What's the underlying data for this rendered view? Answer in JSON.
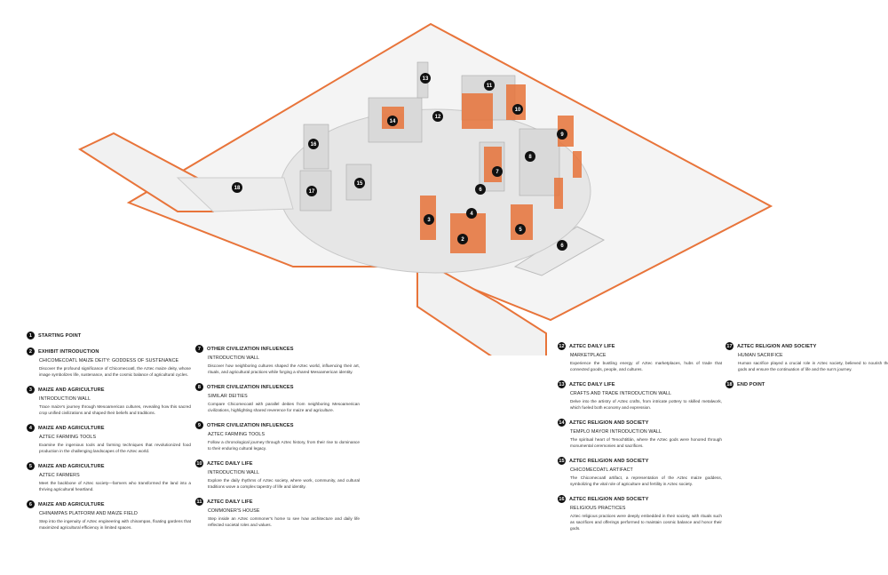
{
  "accent_color": "#e8743a",
  "stops": [
    {
      "n": "1",
      "title": "STARTING POINT"
    },
    {
      "n": "2",
      "title": "EXHIBIT INTRODUCTION",
      "sub": "CHICOMECOATL MAIZE DEITY: GODDESS OF SUSTENANCE",
      "desc": "Discover the profound significance of Chicomecoatl, the Aztec maize deity, whose image symbolizes life, sustenance, and the cosmic balance of agricultural cycles."
    },
    {
      "n": "3",
      "title": "MAIZE AND AGRICULTURE",
      "sub": "INTRODUCTION WALL",
      "desc": "Trace maize's journey through Mesoamerican cultures, revealing how this sacred crop unified civilizations and shaped their beliefs and traditions."
    },
    {
      "n": "4",
      "title": "MAIZE AND AGRICULTURE",
      "sub": "AZTEC FARMING TOOLS",
      "desc": "Examine the ingenious tools and farming techniques that revolutionized food production in the challenging landscapes of the Aztec world."
    },
    {
      "n": "5",
      "title": "MAIZE AND AGRICULTURE",
      "sub": "AZTEC FARMERS",
      "desc": "Meet the backbone of Aztec society—farmers who transformed the land into a thriving agricultural heartland."
    },
    {
      "n": "6",
      "title": "MAIZE AND AGRICULTURE",
      "sub": "CHINAMPAS PLATFORM AND MAIZE FIELD",
      "desc": "Step into the ingenuity of Aztec engineering with chinampas, floating gardens that maximized agricultural efficiency in limited spaces."
    },
    {
      "n": "7",
      "title": "OTHER CIVILIZATION INFLUENCES",
      "sub": "INTRODUCTION WALL",
      "desc": "Discover how neighboring cultures shaped the Aztec world, influencing their art, rituals, and agricultural practices while forging a shared Mesoamerican identity."
    },
    {
      "n": "8",
      "title": "OTHER CIVILIZATION INFLUENCES",
      "sub": "SIMILAR DEITIES",
      "desc": "Compare Chicomecoatl with parallel deities from neighboring Mesoamerican civilizations, highlighting shared reverence for maize and agriculture."
    },
    {
      "n": "9",
      "title": "OTHER CIVILIZATION INFLUENCES",
      "sub": "AZTEC FARMING TOOLS",
      "desc": "Follow a chronological journey through Aztec history, from their rise to dominance to their enduring cultural legacy."
    },
    {
      "n": "10",
      "title": "AZTEC DAILY LIFE",
      "sub": "INTRODUCTION WALL",
      "desc": "Explore the daily rhythms of Aztec society, where work, community, and cultural traditions wove a complex tapestry of life and identity."
    },
    {
      "n": "11",
      "title": "AZTEC DAILY LIFE",
      "sub": "COMMONER'S HOUSE",
      "desc": "Step inside an Aztec commoner's home to see how architecture and daily life reflected societal roles and values."
    },
    {
      "n": "12",
      "title": "AZTEC DAILY LIFE",
      "sub": "MARKETPLACE",
      "desc": "Experience the bustling energy of Aztec marketplaces, hubs of trade that connected goods, people, and cultures."
    },
    {
      "n": "13",
      "title": "AZTEC DAILY LIFE",
      "sub": "CRAFTS AND TRADE INTRODUCTION WALL",
      "desc": "Delve into the artistry of Aztec crafts, from intricate pottery to skilled metalwork, which fueled both economy and expression."
    },
    {
      "n": "14",
      "title": "AZTEC RELIGION AND SOCIETY",
      "sub": "TEMPLO MAYOR INTRODUCTION WALL",
      "desc": "The spiritual heart of Tenochtitlán, where the Aztec gods were honored through monumental ceremonies and sacrifices."
    },
    {
      "n": "15",
      "title": "AZTEC RELIGION AND SOCIETY",
      "sub": "CHICOMECOATL ARTIFACT",
      "desc": "The Chicomecoatl artifact, a representation of the Aztec maize goddess, symbolizing the vital role of agriculture and fertility in Aztec society."
    },
    {
      "n": "16",
      "title": "AZTEC RELIGION AND SOCIETY",
      "sub": "RELIGIOUS PRACTICES",
      "desc": "Aztec religious practices were deeply embedded in their society, with rituals such as sacrifices and offerings performed to maintain cosmic balance and honor their gods."
    },
    {
      "n": "17",
      "title": "AZTEC RELIGION AND SOCIETY",
      "sub": "HUMAN SACRIFICE",
      "desc": "Human sacrifice played a crucial role in Aztec society, believed to nourish the gods and ensure the continuation of life and the sun's journey."
    },
    {
      "n": "18",
      "title": "END POINT"
    }
  ],
  "plan_markers": [
    "2",
    "3",
    "4",
    "5",
    "6",
    "6",
    "7",
    "8",
    "9",
    "10",
    "11",
    "12",
    "13",
    "14",
    "15",
    "16",
    "17",
    "18"
  ]
}
